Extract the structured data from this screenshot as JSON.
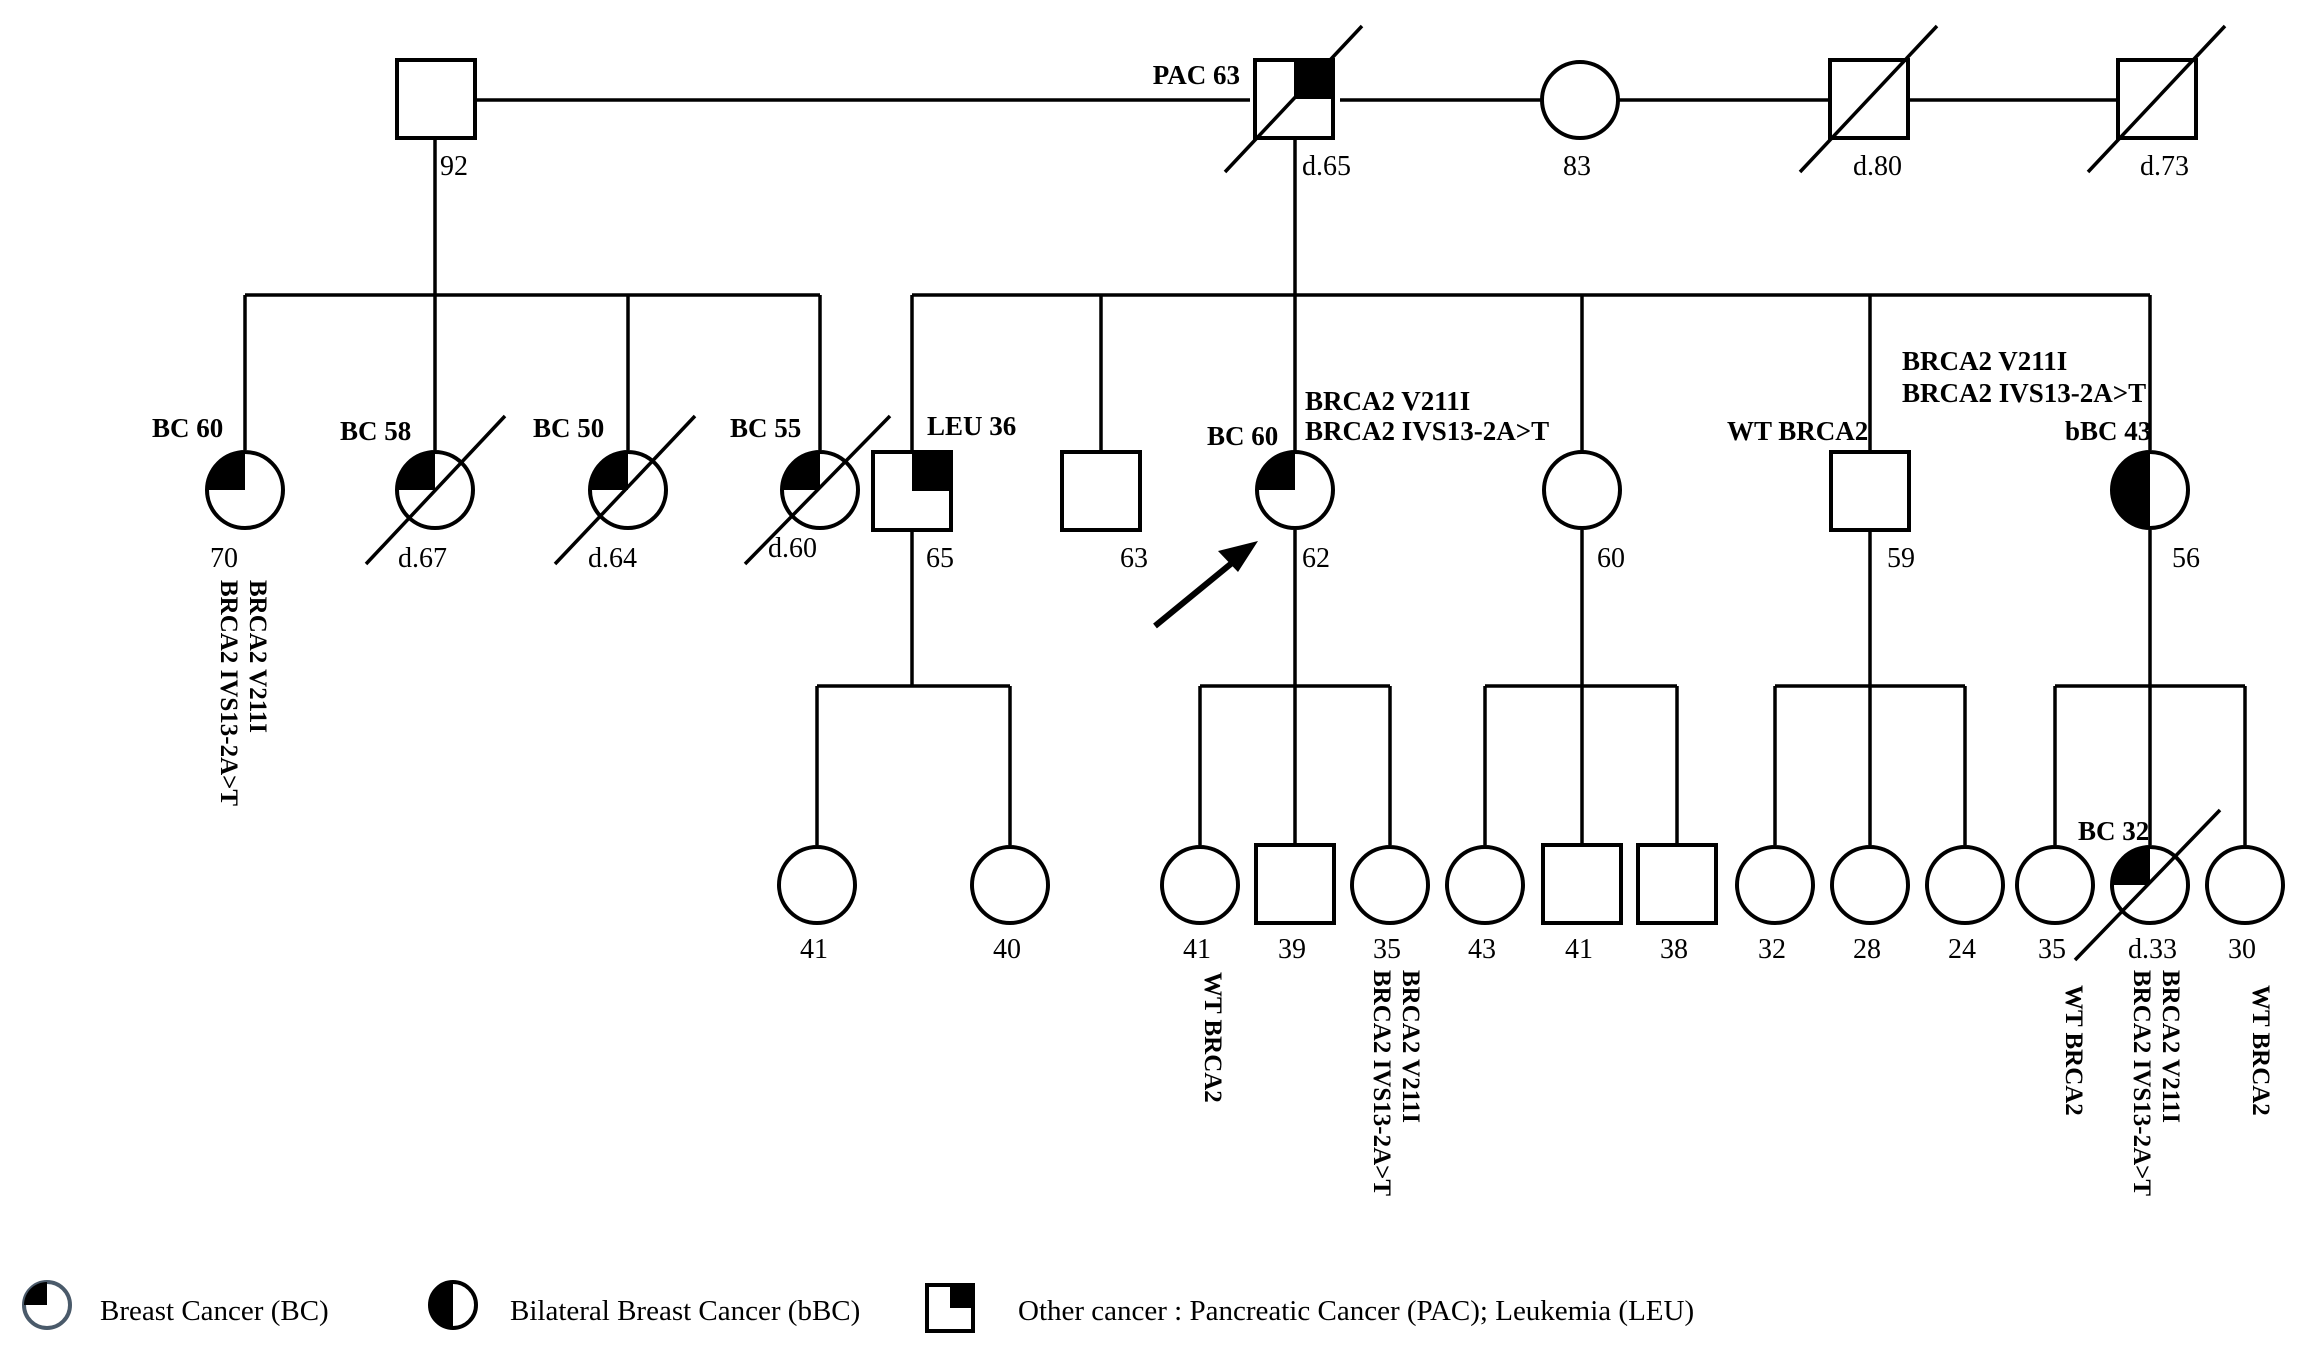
{
  "generation1": {
    "grandfather_paternal": {
      "age": "92"
    },
    "grandfather": {
      "diagnosis": "PAC 63",
      "age": "d.65"
    },
    "grandmother": {
      "age": "83"
    },
    "male_3": {
      "age": "d.80"
    },
    "male_4": {
      "age": "d.73"
    }
  },
  "generation2": [
    {
      "diagnosis": "BC 60",
      "age": "70",
      "mutation_1": "BRCA2 V211I",
      "mutation_2": "BRCA2 IVS13-2A>T"
    },
    {
      "diagnosis": "BC 58",
      "age": "d.67"
    },
    {
      "diagnosis": "BC 50",
      "age": "d.64"
    },
    {
      "diagnosis": "BC 55",
      "age": "d.60"
    },
    {
      "diagnosis": "LEU 36",
      "age": "65"
    },
    {
      "age": "63"
    },
    {
      "diagnosis": "BC 60",
      "age": "62",
      "mutation_1": "BRCA2 V211I",
      "mutation_2": "BRCA2 IVS13-2A>T"
    },
    {
      "age": "60"
    },
    {
      "diagnosis": "WT BRCA2",
      "age": "59"
    },
    {
      "diagnosis": "bBC 43",
      "age": "56",
      "mutation_1": "BRCA2 V211I",
      "mutation_2": "BRCA2 IVS13-2A>T"
    }
  ],
  "generation3": [
    {
      "age": "41"
    },
    {
      "age": "40"
    },
    {
      "age": "41",
      "mutation": "WT BRCA2"
    },
    {
      "age": "39"
    },
    {
      "age": "35",
      "mutation_1": "BRCA2 V211I",
      "mutation_2": "BRCA2 IVS13-2A>T"
    },
    {
      "age": "43"
    },
    {
      "age": "41"
    },
    {
      "age": "38"
    },
    {
      "age": "32"
    },
    {
      "age": "28"
    },
    {
      "age": "24"
    },
    {
      "age": "35",
      "mutation": "WT BRCA2"
    },
    {
      "diagnosis": "BC 32",
      "age": "d.33",
      "mutation_1": "BRCA2 V211I",
      "mutation_2": "BRCA2 IVS13-2A>T"
    },
    {
      "age": "30",
      "mutation": "WT BRCA2"
    }
  ],
  "legend": {
    "bc": "Breast  Cancer (BC)",
    "bbc": "Bilateral  Breast Cancer (bBC)",
    "other": "Other cancer : Pancreatic Cancer (PAC); Leukemia (LEU)"
  }
}
